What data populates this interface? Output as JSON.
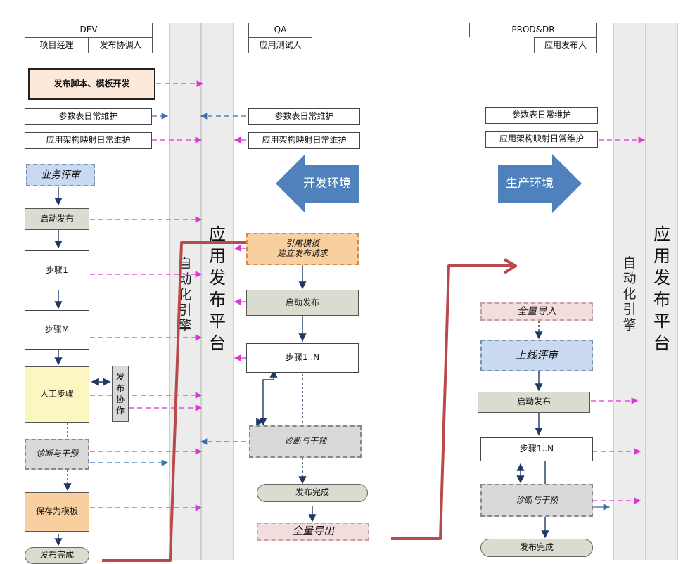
{
  "dev": {
    "title": "DEV",
    "role_pm": "项目经理",
    "role_coord": "发布协调人",
    "script_dev": "发布脚本、模板开发",
    "params": "参数表日常维护",
    "mapping": "应用架构映射日常维护",
    "review": "业务评审",
    "start": "启动发布",
    "step1": "步骤1",
    "stepm": "步骤M",
    "manual": "人工步骤",
    "collab": "发布协作",
    "diag": "诊断与干预",
    "save": "保存为模板",
    "done": "发布完成"
  },
  "qa": {
    "title": "QA",
    "role": "应用测试人",
    "params": "参数表日常维护",
    "mapping": "应用架构映射日常维护",
    "env": "开发环境",
    "template_l1": "引用模板",
    "template_l2": "建立发布请求",
    "start": "启动发布",
    "steps": "步骤1..N",
    "diag": "诊断与干预",
    "done": "发布完成",
    "export": "全量导出"
  },
  "prod": {
    "title": "PROD&DR",
    "role": "应用发布人",
    "params": "参数表日常维护",
    "mapping": "应用架构映射日常维护",
    "env": "生产环境",
    "import": "全量导入",
    "review": "上线评审",
    "start": "启动发布",
    "steps": "步骤1..N",
    "diag": "诊断与干预",
    "done": "发布完成"
  },
  "bands": {
    "engine": "自动化引擎",
    "platform": "应用发布平台"
  },
  "colors": {
    "magenta_arrow": "#e033d6",
    "blue_arrow": "#3a6fb0",
    "flow_arrow": "#1f3864",
    "red_path": "#b84a4a",
    "env_arrow": "#4f81bd"
  }
}
